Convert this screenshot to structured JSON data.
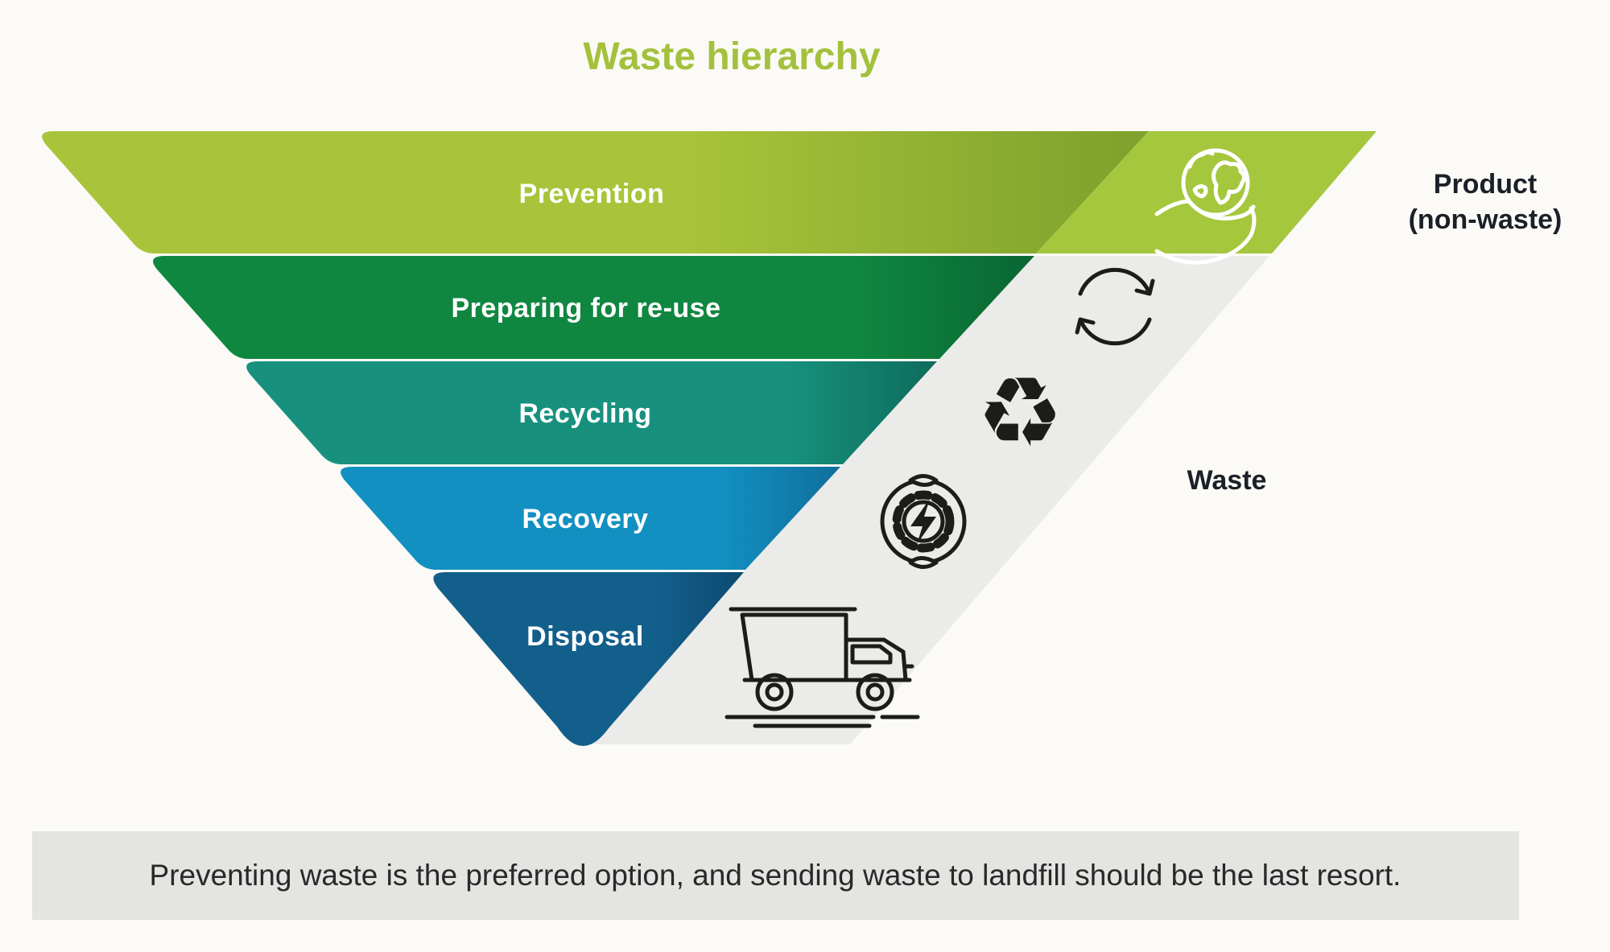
{
  "title": "Waste hierarchy",
  "funnel": {
    "levels": [
      {
        "label": "Prevention"
      },
      {
        "label": "Preparing for re-use"
      },
      {
        "label": "Recycling"
      },
      {
        "label": "Recovery"
      },
      {
        "label": "Disposal"
      }
    ]
  },
  "side_labels": {
    "product_line1": "Product",
    "product_line2": "(non-waste)",
    "waste": "Waste"
  },
  "icons": {
    "product_icon": "globe-in-hand-icon",
    "reuse_icon": "reuse-cycle-arrows-icon",
    "recycling_icon": "recycling-symbol-icon",
    "recovery_icon": "energy-recovery-gear-icon",
    "disposal_icon": "garbage-truck-icon",
    "recycling_glyph": "♻"
  },
  "caption": "Preventing waste is the preferred option, and sending waste to landfill should be the last resort.",
  "colors": {
    "background": "#fbfaf6",
    "title_green": "#a3c13c",
    "prevention": "#a9c43a",
    "prevention_shadow": "#7fa32c",
    "product_channel": "#a5c73e",
    "preparing_reuse": "#0f8741",
    "preparing_reuse_shadow": "#0a6632",
    "recycling": "#17917e",
    "recycling_shadow": "#0e6c5c",
    "recovery": "#1390c2",
    "recovery_shadow": "#0f6f9c",
    "disposal": "#135f8c",
    "disposal_shadow": "#0c4a70",
    "waste_channel_gray": "#ebebe9",
    "caption_bar": "#e4e4e1",
    "dark_text": "#1b2028",
    "icon_stroke": "#1c1c1a",
    "band_text": "#ffffff"
  }
}
